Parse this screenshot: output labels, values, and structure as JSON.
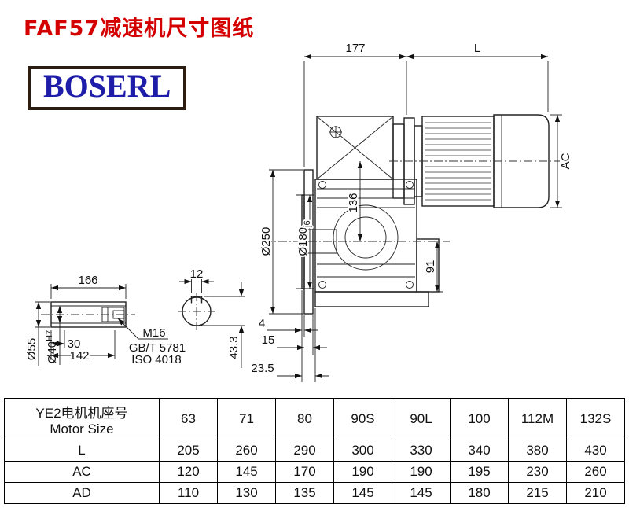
{
  "page": {
    "title": "FAF57减速机尺寸图纸",
    "brand": "BOSERL"
  },
  "drawing": {
    "dims": {
      "top_width": "177",
      "motor_length": "L",
      "motor_height": "AC",
      "flange_od": "Ø250",
      "spigot_d": "Ø180",
      "spigot_tol": "j6",
      "center_height": "136",
      "axis_to_bottom": "91",
      "spigot_len": "4",
      "flange_thk": "15",
      "flange_total": "23.5",
      "keyway_h": "43.3",
      "keyway_w": "12",
      "shaft_len": "166",
      "shaft_od": "Ø55",
      "bore_d": "Ø40",
      "bore_tol": "H7",
      "bore_step": "30",
      "bore_len": "142",
      "thread": "M16",
      "thread_std1": "GB/T 5781",
      "thread_std2": "ISO 4018"
    }
  },
  "table": {
    "col0_header_line1": "YE2电机机座号",
    "col0_header_line2": "Motor Size",
    "motor_sizes": [
      "63",
      "71",
      "80",
      "90S",
      "90L",
      "100",
      "112M",
      "132S"
    ],
    "rows": [
      {
        "label": "L",
        "values": [
          "205",
          "260",
          "290",
          "300",
          "330",
          "340",
          "380",
          "430"
        ]
      },
      {
        "label": "AC",
        "values": [
          "120",
          "145",
          "170",
          "190",
          "190",
          "195",
          "230",
          "260"
        ]
      },
      {
        "label": "AD",
        "values": [
          "110",
          "130",
          "135",
          "145",
          "145",
          "180",
          "215",
          "210"
        ]
      }
    ]
  }
}
